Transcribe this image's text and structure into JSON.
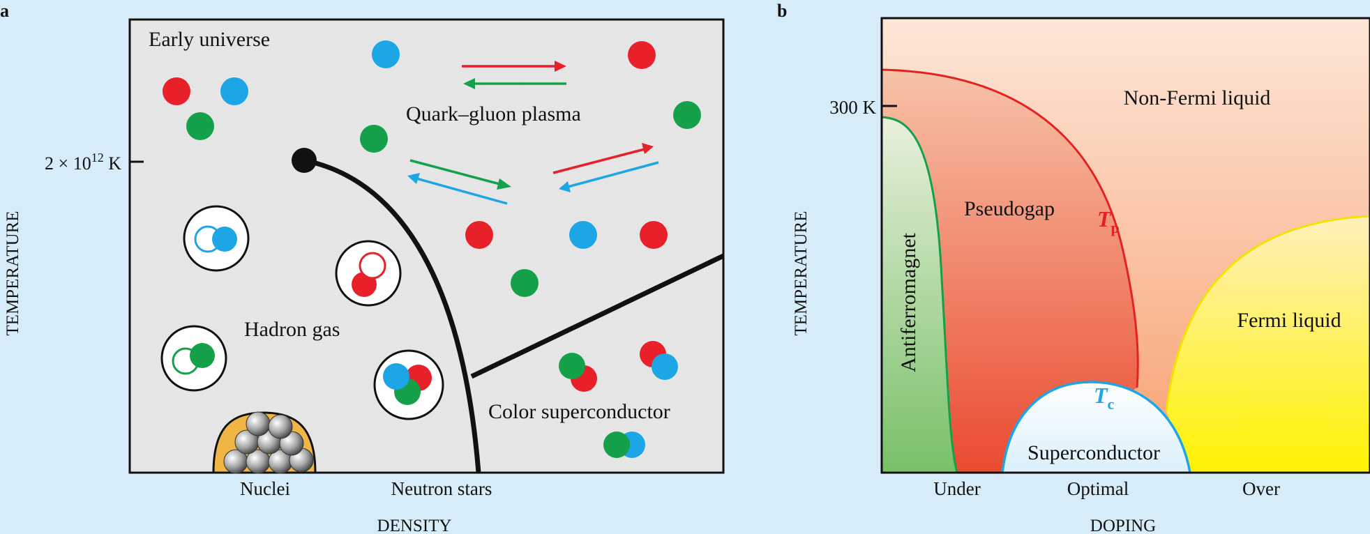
{
  "panel_a": {
    "label": "a",
    "y_axis_label": "TEMPERATURE",
    "x_axis_label": "DENSITY",
    "y_tick": {
      "mantissa": "2 × 10",
      "exponent": "12",
      "unit": " K"
    },
    "x_ticks": [
      "Nuclei",
      "Neutron stars"
    ],
    "regions": {
      "early_universe": "Early universe",
      "quark_gluon_plasma": "Quark–gluon plasma",
      "hadron_gas": "Hadron gas",
      "color_superconductor": "Color superconductor"
    },
    "colors": {
      "red": "#e8202a",
      "green": "#15a04a",
      "blue": "#1ca6e6",
      "background": "#ececec",
      "line": "#111111",
      "nucleus_fill": "#f0b544"
    },
    "quark_dots": [
      "blue",
      "red",
      "red",
      "blue",
      "green",
      "green",
      "green",
      "red",
      "blue",
      "red",
      "green"
    ]
  },
  "panel_b": {
    "label": "b",
    "y_axis_label": "TEMPERATURE",
    "x_axis_label": "DOPING",
    "y_tick": "300 K",
    "x_ticks": [
      "Under",
      "Optimal",
      "Over"
    ],
    "regions": {
      "non_fermi_liquid": "Non-Fermi liquid",
      "pseudogap": "Pseudogap",
      "antiferromagnet": "Antiferromagnet",
      "fermi_liquid": "Fermi liquid",
      "superconductor": "Superconductor"
    },
    "curve_labels": {
      "tp_main": "T",
      "tp_sub": "p",
      "tc_main": "T",
      "tc_sub": "c"
    },
    "colors": {
      "tp_line": "#e52222",
      "antiferro_line": "#15a04a",
      "fermi_line": "#f2e200",
      "sc_line": "#1ca6e6",
      "tc_label": "#1ca6e6",
      "tp_label": "#e52222"
    }
  }
}
